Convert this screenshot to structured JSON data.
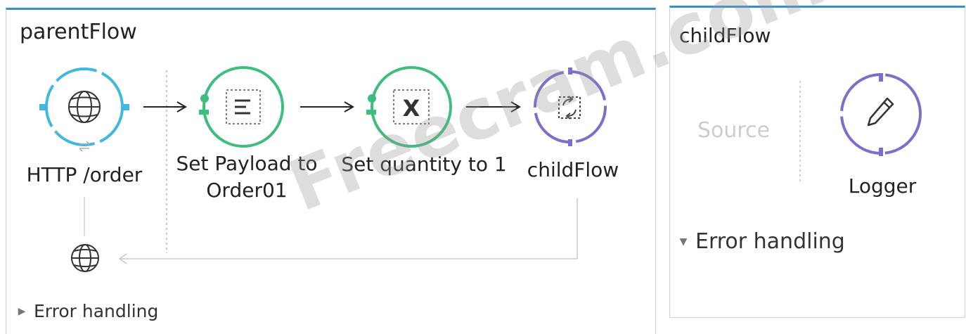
{
  "parent_flow": {
    "title": "parentFlow",
    "components": [
      {
        "icon": "globe-icon",
        "label": "HTTP /order"
      },
      {
        "icon": "set-payload-icon",
        "label_line1": "Set Payload to",
        "label_line2": "Order01"
      },
      {
        "icon": "set-variable-icon",
        "label": "Set quantity to 1"
      },
      {
        "icon": "flow-reference-icon",
        "label": "childFlow"
      }
    ],
    "response_icon": "globe-icon",
    "error_handling": {
      "label": "Error handling",
      "state": "collapsed"
    }
  },
  "child_flow": {
    "title": "childFlow",
    "source_label": "Source",
    "components": [
      {
        "icon": "pencil-icon",
        "label": "Logger"
      }
    ],
    "error_handling": {
      "label": "Error handling",
      "state": "expanded"
    }
  },
  "colors": {
    "panel_top_border": "#3a8fc7",
    "http_listener": "#41b7e2",
    "transformer": "#3ebd7c",
    "flow_ref": "#7a70cc"
  },
  "watermark": "Freecram.com"
}
